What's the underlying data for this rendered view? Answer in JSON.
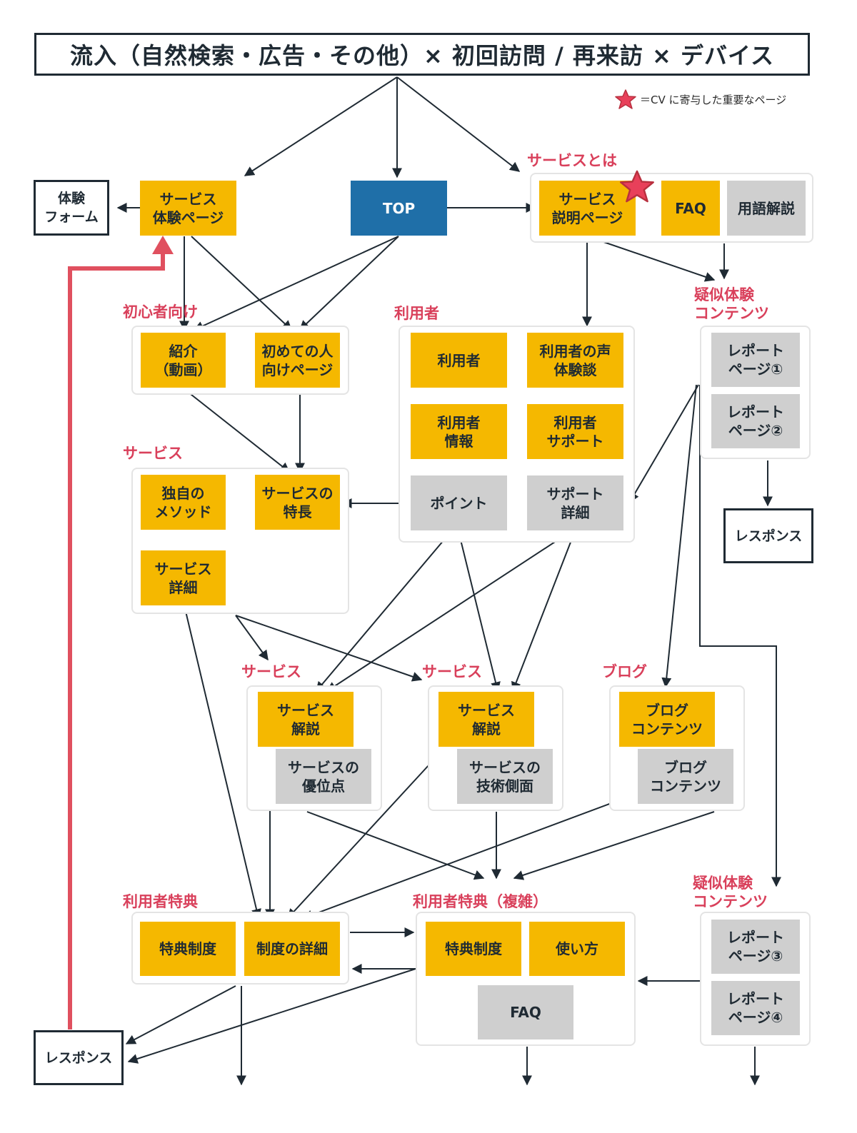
{
  "title": "流入（自然検索・広告・その他）× 初回訪問 / 再来訪 × デバイス",
  "legend": {
    "text": "＝CV に寄与した重要なページ",
    "star_color": "#e8405a"
  },
  "colors": {
    "key_page": "#f5b800",
    "sub_page": "#cfcfcf",
    "top": "#1f6fa8",
    "label": "#d9405b",
    "cv_path": "#e0505f",
    "line": "#1f2a33"
  },
  "groups": {
    "service_about": "サービスとは",
    "beginners": "初心者向け",
    "users": "利用者",
    "pseudo_1": "疑似体験\nコンテンツ",
    "service_1": "サービス",
    "service_2": "サービス",
    "service_3": "サービス",
    "blog": "ブログ",
    "benefits": "利用者特典",
    "benefits_complex": "利用者特典（複雑）",
    "pseudo_2": "疑似体験\nコンテンツ"
  },
  "nodes": {
    "trial_form": "体験\nフォーム",
    "service_trial": "サービス\n体験ページ",
    "top": "TOP",
    "service_explain": "サービス\n説明ページ",
    "faq_1": "FAQ",
    "glossary": "用語解説",
    "intro_video": "紹介\n（動画）",
    "first_timer": "初めての人\n向けページ",
    "users_page": "利用者",
    "voices": "利用者の声\n体験談",
    "user_info": "利用者\n情報",
    "user_support": "利用者\nサポート",
    "points": "ポイント",
    "support_detail": "サポート\n詳細",
    "report_1": "レポート\nページ①",
    "report_2": "レポート\nページ②",
    "response_1": "レスポンス",
    "own_method": "独自の\nメソッド",
    "service_features": "サービスの\n特長",
    "service_detail": "サービス\n詳細",
    "service_comm_1": "サービス\n解説",
    "service_adv": "サービスの\n優位点",
    "service_comm_2": "サービス\n解説",
    "service_tech": "サービスの\n技術側面",
    "blog_content_1": "ブログ\nコンテンツ",
    "blog_content_2": "ブログ\nコンテンツ",
    "benefit_system": "特典制度",
    "system_detail": "制度の詳細",
    "benefit_system_2": "特典制度",
    "usage": "使い方",
    "faq_2": "FAQ",
    "report_3": "レポート\nページ③",
    "report_4": "レポート\nページ④",
    "response_2": "レスポンス"
  }
}
